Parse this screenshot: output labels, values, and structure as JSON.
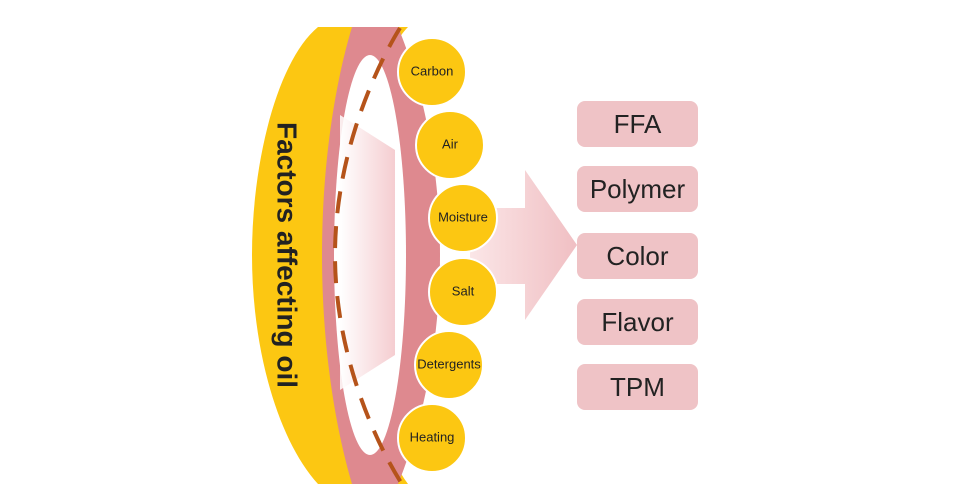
{
  "title": "Factors affecting oil",
  "factors": [
    "Carbon",
    "Air",
    "Moisture",
    "Salt",
    "Detergents",
    "Heating"
  ],
  "effects": [
    "FFA",
    "Polymer",
    "Color",
    "Flavor",
    "TPM"
  ],
  "colors": {
    "outer_ring": "#fcc712",
    "inner_band": "#de898f",
    "dashed_arc": "#b5531a",
    "circle": "#fcc712",
    "circle_stroke": "#ffffff",
    "arrow": "#f2c7ca",
    "effect_box": "#efc3c6"
  }
}
